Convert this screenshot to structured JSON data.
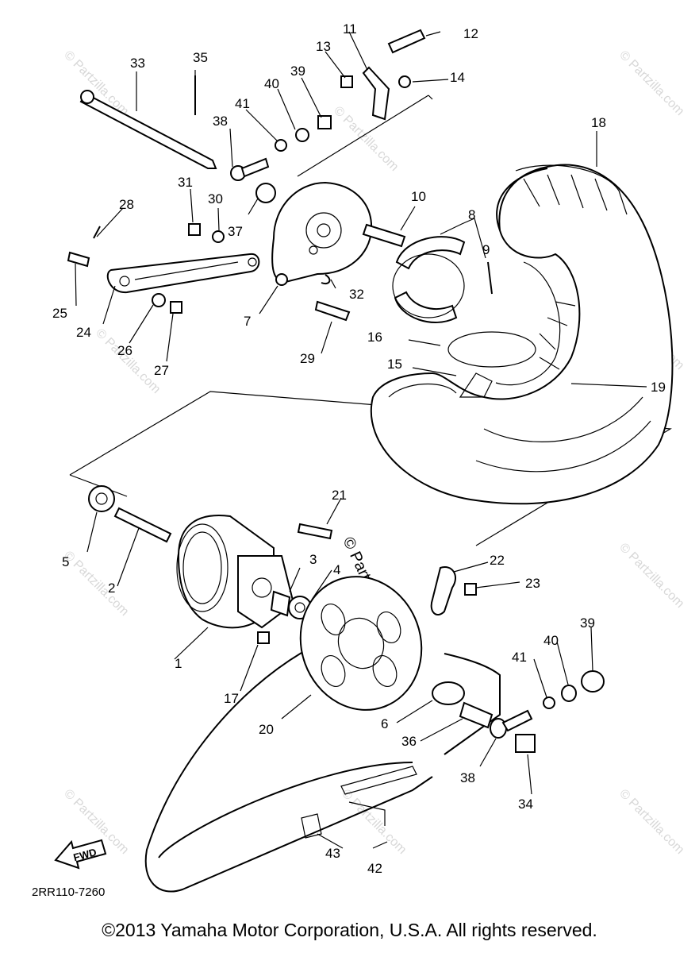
{
  "diagram": {
    "callouts": [
      "1",
      "2",
      "3",
      "4",
      "5",
      "6",
      "7",
      "8",
      "9",
      "10",
      "11",
      "12",
      "13",
      "14",
      "15",
      "16",
      "17",
      "18",
      "19",
      "20",
      "21",
      "22",
      "23",
      "24",
      "25",
      "26",
      "27",
      "28",
      "29",
      "30",
      "31",
      "32",
      "33",
      "34",
      "35",
      "36",
      "37",
      "38",
      "39",
      "40",
      "41",
      "42",
      "43"
    ],
    "duplicate_callouts": [
      "38",
      "39",
      "40",
      "41"
    ],
    "diagram_code": "2RR110-7260",
    "arrow_label": "FWD",
    "watermark_text": "© Partzilla.com"
  },
  "footer": {
    "copyright": "©2013 Yamaha Motor Corporation, U.S.A. All rights reserved."
  }
}
